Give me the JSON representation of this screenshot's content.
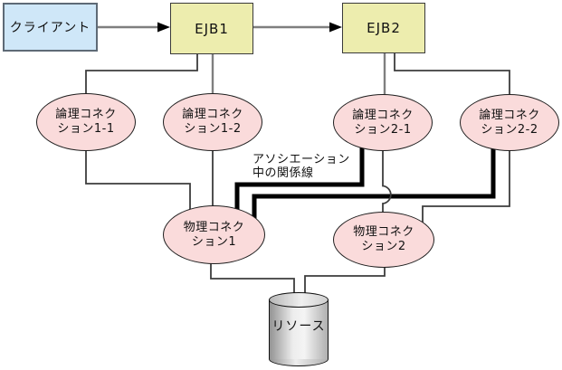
{
  "diagram": {
    "nodes": {
      "client": {
        "label": "クライアント"
      },
      "ejb1": {
        "label": "EJB1"
      },
      "ejb2": {
        "label": "EJB2"
      },
      "logical": [
        {
          "line1": "論理コネク",
          "line2": "ション1-1"
        },
        {
          "line1": "論理コネク",
          "line2": "ション1-2"
        },
        {
          "line1": "論理コネク",
          "line2": "ション2-1"
        },
        {
          "line1": "論理コネク",
          "line2": "ション2-2"
        }
      ],
      "physical": [
        {
          "line1": "物理コネク",
          "line2": "ション1"
        },
        {
          "line1": "物理コネク",
          "line2": "ション2"
        }
      ],
      "resource": {
        "label": "リソース"
      }
    },
    "annotation": {
      "line1": "アソシエーション",
      "line2": "中の関係線"
    },
    "colors": {
      "client_fill": "#cfe7f8",
      "ejb_fill": "#ededae",
      "ellipse_fill": "#fadbdb",
      "cylinder_fill": "#d9d9d9",
      "connector_gray": "#7f7f7f",
      "connector_dark": "#3d3d3d",
      "association_line": "#000000"
    }
  }
}
